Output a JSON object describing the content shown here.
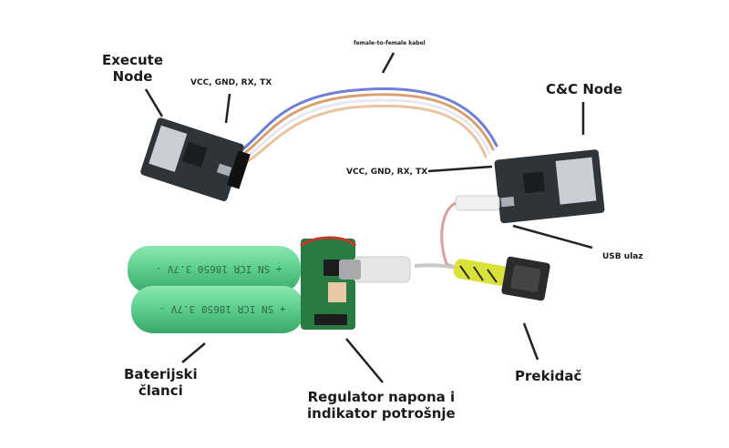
{
  "labels": {
    "execute_node": "Execute\nNode",
    "cc_node": "C&C Node",
    "cable": "female-to-female kabel",
    "pins_left": "VCC, GND, RX, TX",
    "pins_right": "VCC, GND, RX, TX",
    "usb_input": "USB ulaz",
    "battery_cells": "Baterijski\nčlanci",
    "regulator": "Regulator napona i\nindikator potrošnje",
    "switch": "Prekidač"
  },
  "battery_print": "+ SN ICR 18650 3.7V -",
  "colors": {
    "battery": "#5fd08f",
    "pcb": "#2f3438",
    "regulator_pcb": "#2a7a44",
    "shrink_tube": "#d9e23a",
    "wire_blue": "#6f7fd6",
    "wire_orange": "#d8a070"
  }
}
